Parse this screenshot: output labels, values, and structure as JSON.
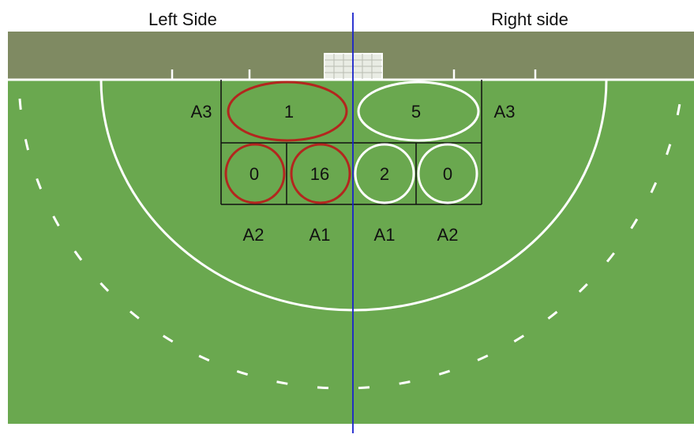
{
  "labels": {
    "left_side": "Left Side",
    "right_side": "Right side"
  },
  "zones": {
    "left": {
      "A3": {
        "label": "A3",
        "value": "1"
      },
      "A2": {
        "label": "A2",
        "value": "0"
      },
      "A1": {
        "label": "A1",
        "value": "16"
      }
    },
    "right": {
      "A3": {
        "label": "A3",
        "value": "5"
      },
      "A1": {
        "label": "A1",
        "value": "2"
      },
      "A2": {
        "label": "A2",
        "value": "0"
      }
    }
  },
  "colors": {
    "turf": "#6aa84f",
    "turf_dark": "#5e9a46",
    "backboard": "#7f8a62",
    "pitch_lines": "#ffffff",
    "left_team": "#b3261e",
    "right_team": "#ffffff",
    "divider": "#1a22cc",
    "grid_lines": "#111111"
  },
  "icons": {
    "goal": "hockey-goal-icon"
  }
}
